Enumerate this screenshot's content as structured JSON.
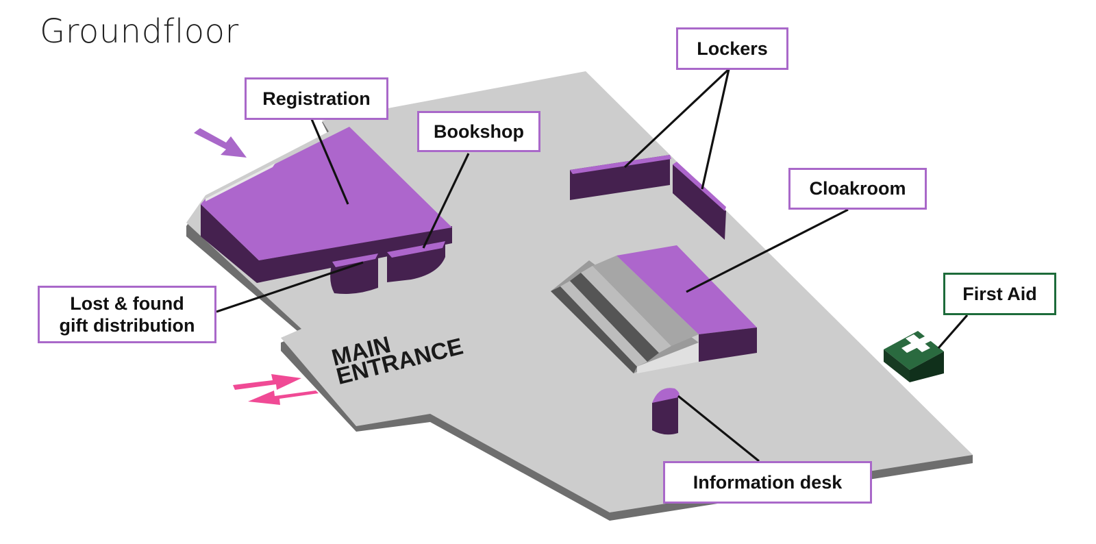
{
  "title": "Groundfloor",
  "entrance_text": [
    "MAIN",
    "ENTRANCE"
  ],
  "locations": {
    "registration": "Registration",
    "bookshop": "Bookshop",
    "lockers": "Lockers",
    "cloakroom": "Cloakroom",
    "lost_found": [
      "Lost & found",
      "gift distribution"
    ],
    "first_aid": "First Aid",
    "information_desk": "Information desk"
  },
  "colors": {
    "floor": "#cdcdcd",
    "floor_edge": "#6e6e6e",
    "booth_top": "#ad66cc",
    "booth_side": "#45214f",
    "label_border": "#a968c9",
    "first_aid_border": "#1d6b3a",
    "first_aid_box": "#1f4a2c",
    "entrance_arrows": "#f04a95",
    "registration_arrow": "#a968c9"
  }
}
